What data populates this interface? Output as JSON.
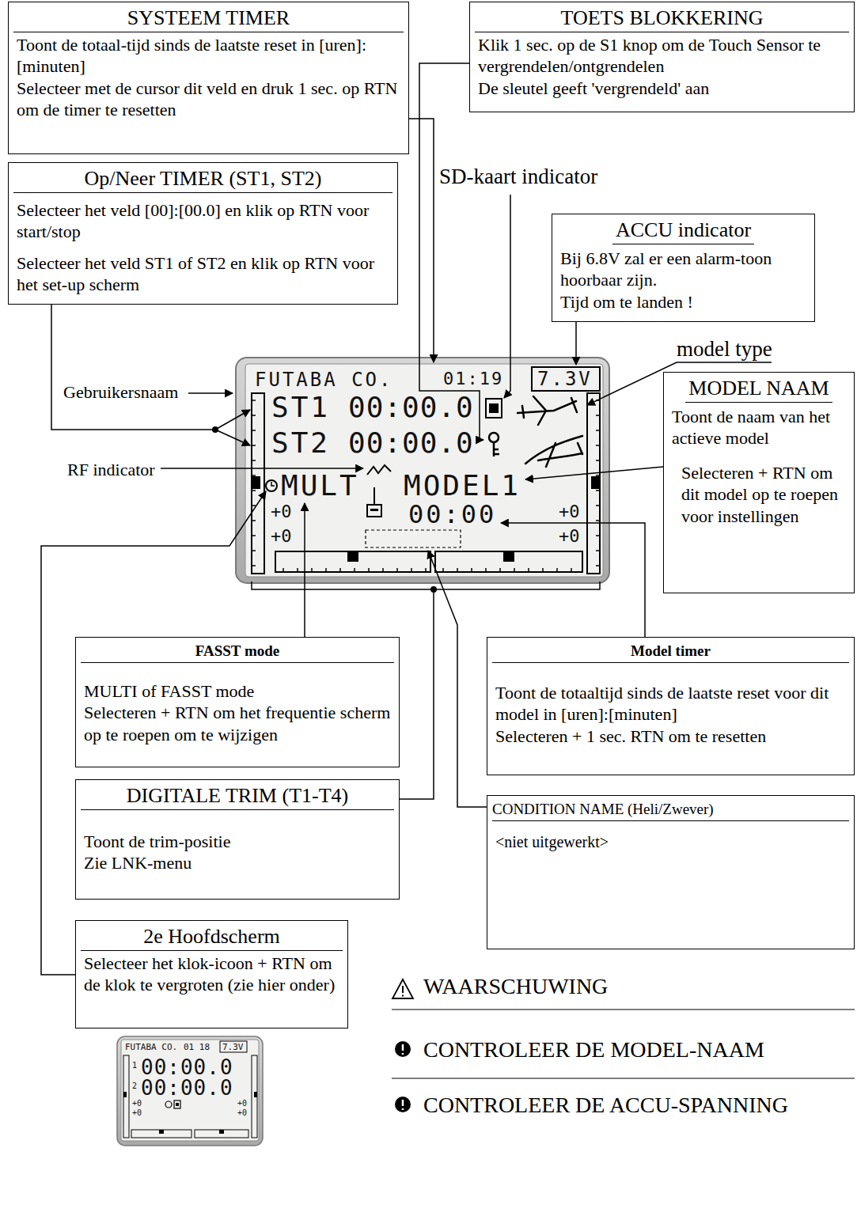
{
  "diagram": {
    "nodes": [
      {
        "text": [
          "SYSTEEM TIMER",
          "Toont de totaal-tijd sinds de laatste reset in [uren]:[minuten]",
          "Selecteer met de cursor dit veld en druk 1 sec. op RTN om de timer te resetten"
        ]
      },
      {
        "text": [
          "TOETS BLOKKERING",
          "Klik 1 sec. op de S1 knop om de Touch Sensor te vergrendelen/ontgrendelen",
          "De sleutel geeft 'vergrendeld' aan"
        ]
      },
      {
        "text": [
          "Op/Neer TIMER (ST1, ST2)",
          "Selecteer het veld [00]:[00.0] en klik op RTN voor start/stop",
          "Selecteer het veld ST1 of ST2 en klik op RTN voor het set-up scherm"
        ]
      },
      {
        "text": [
          "ACCU indicator",
          "Bij 6.8V zal er een alarm-toon hoorbaar zijn.",
          "Tijd om te landen !"
        ]
      },
      {
        "text": [
          "MODEL NAAM",
          "Toont de naam van het actieve model",
          "Selecteren + RTN om dit model op te roepen voor instellingen"
        ]
      },
      {
        "text": [
          "FASST mode",
          "MULTI of FASST mode",
          "Selecteren + RTN om het frequentie scherm op te roepen om te wijzigen"
        ]
      },
      {
        "text": [
          "Model timer",
          "Toont de totaaltijd sinds de laatste reset voor dit model in [uren]:[minuten]",
          "Selecteren + 1 sec. RTN om te resetten"
        ]
      },
      {
        "text": [
          "DIGITALE TRIM (T1-T4)",
          "Toont de trim-positie",
          "Zie LNK-menu"
        ]
      },
      {
        "text": [
          "CONDITION NAME (Heli/Zwever)",
          "<niet uitgewerkt>"
        ]
      },
      {
        "text": [
          "2e Hoofdscherm",
          "Selecteer het klok-icoon + RTN om de klok te vergroten (zie hier onder)"
        ]
      }
    ],
    "labels": [
      "SD-kaart indicator",
      "model type",
      "Gebruikersnaam",
      "RF indicator",
      "FUTABA CO.",
      "01:19",
      "7.3V",
      "ST1",
      "00:00.0",
      "ST2",
      "00:00.0",
      "MULT",
      "MODEL1",
      "+0",
      "00:00",
      "+0",
      "+0",
      "+0",
      "FUTABA CO.",
      "01 18",
      "7.3V",
      "1",
      "00:00.0",
      "2",
      "00:00.0",
      "+0",
      "+0",
      "+0",
      "+0",
      "WAARSCHUWING",
      "CONTROLEER DE MODEL-NAAM",
      "CONTROLEER DE ACCU-SPANNING"
    ]
  }
}
